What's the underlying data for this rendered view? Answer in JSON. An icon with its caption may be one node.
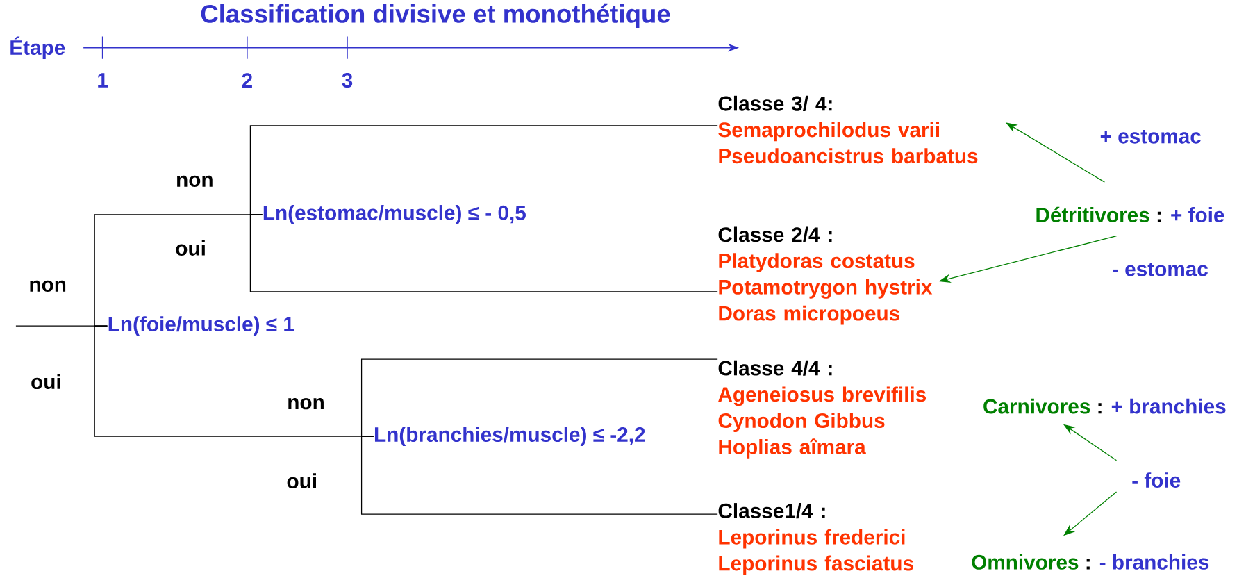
{
  "diagram": {
    "title": "Classification divisive et monothétique",
    "nodes": [
      {
        "text": [
          "Ln(foie/muscle) ≤ 1"
        ]
      },
      {
        "text": [
          "Ln(estomac/muscle) ≤ - 0,5"
        ]
      },
      {
        "text": [
          "Ln(branchies/muscle) ≤ -2,2"
        ]
      },
      {
        "text": [
          "Classe 3/ 4:",
          "Semaprochilodus varii",
          "Pseudoancistrus barbatus"
        ]
      },
      {
        "text": [
          "Classe 2/4 :",
          "Platydoras costatus",
          "Potamotrygon hystrix",
          "Doras micropoeus"
        ]
      },
      {
        "text": [
          "Classe 4/4 :",
          "Ageneiosus brevifilis",
          "Cynodon Gibbus",
          "Hoplias aîmara"
        ]
      },
      {
        "text": [
          "Classe1/4 :",
          "Leporinus frederici",
          "Leporinus fasciatus"
        ]
      },
      {
        "text": [
          "Détritivores",
          ":",
          "+ foie"
        ]
      },
      {
        "text": [
          "+ estomac"
        ]
      },
      {
        "text": [
          "- estomac"
        ]
      },
      {
        "text": [
          "Carnivores",
          ":",
          "+ branchies"
        ]
      },
      {
        "text": [
          "- foie"
        ]
      },
      {
        "text": [
          "Omnivores",
          ":",
          "- branchies"
        ]
      }
    ],
    "edges": [
      {
        "from": null,
        "to": 0,
        "arrow": "none"
      },
      {
        "from": 0,
        "to": 1,
        "arrow": "none",
        "label": "non"
      },
      {
        "from": 0,
        "to": 2,
        "arrow": "none",
        "label": "oui"
      },
      {
        "from": 1,
        "to": 3,
        "arrow": "none",
        "label": "non"
      },
      {
        "from": 1,
        "to": 4,
        "arrow": "none",
        "label": "oui"
      },
      {
        "from": 2,
        "to": 5,
        "arrow": "none",
        "label": "non"
      },
      {
        "from": 2,
        "to": 6,
        "arrow": "none",
        "label": "oui"
      },
      {
        "from": 7,
        "to": 3,
        "arrow": "to",
        "color": "#008000"
      },
      {
        "from": 7,
        "to": 4,
        "arrow": "to",
        "color": "#008000"
      },
      {
        "from": 11,
        "to": 10,
        "arrow": "to",
        "color": "#008000"
      },
      {
        "from": 11,
        "to": 12,
        "arrow": "to",
        "color": "#008000"
      }
    ],
    "labels": [
      "Étape",
      "1",
      "2",
      "3"
    ]
  }
}
